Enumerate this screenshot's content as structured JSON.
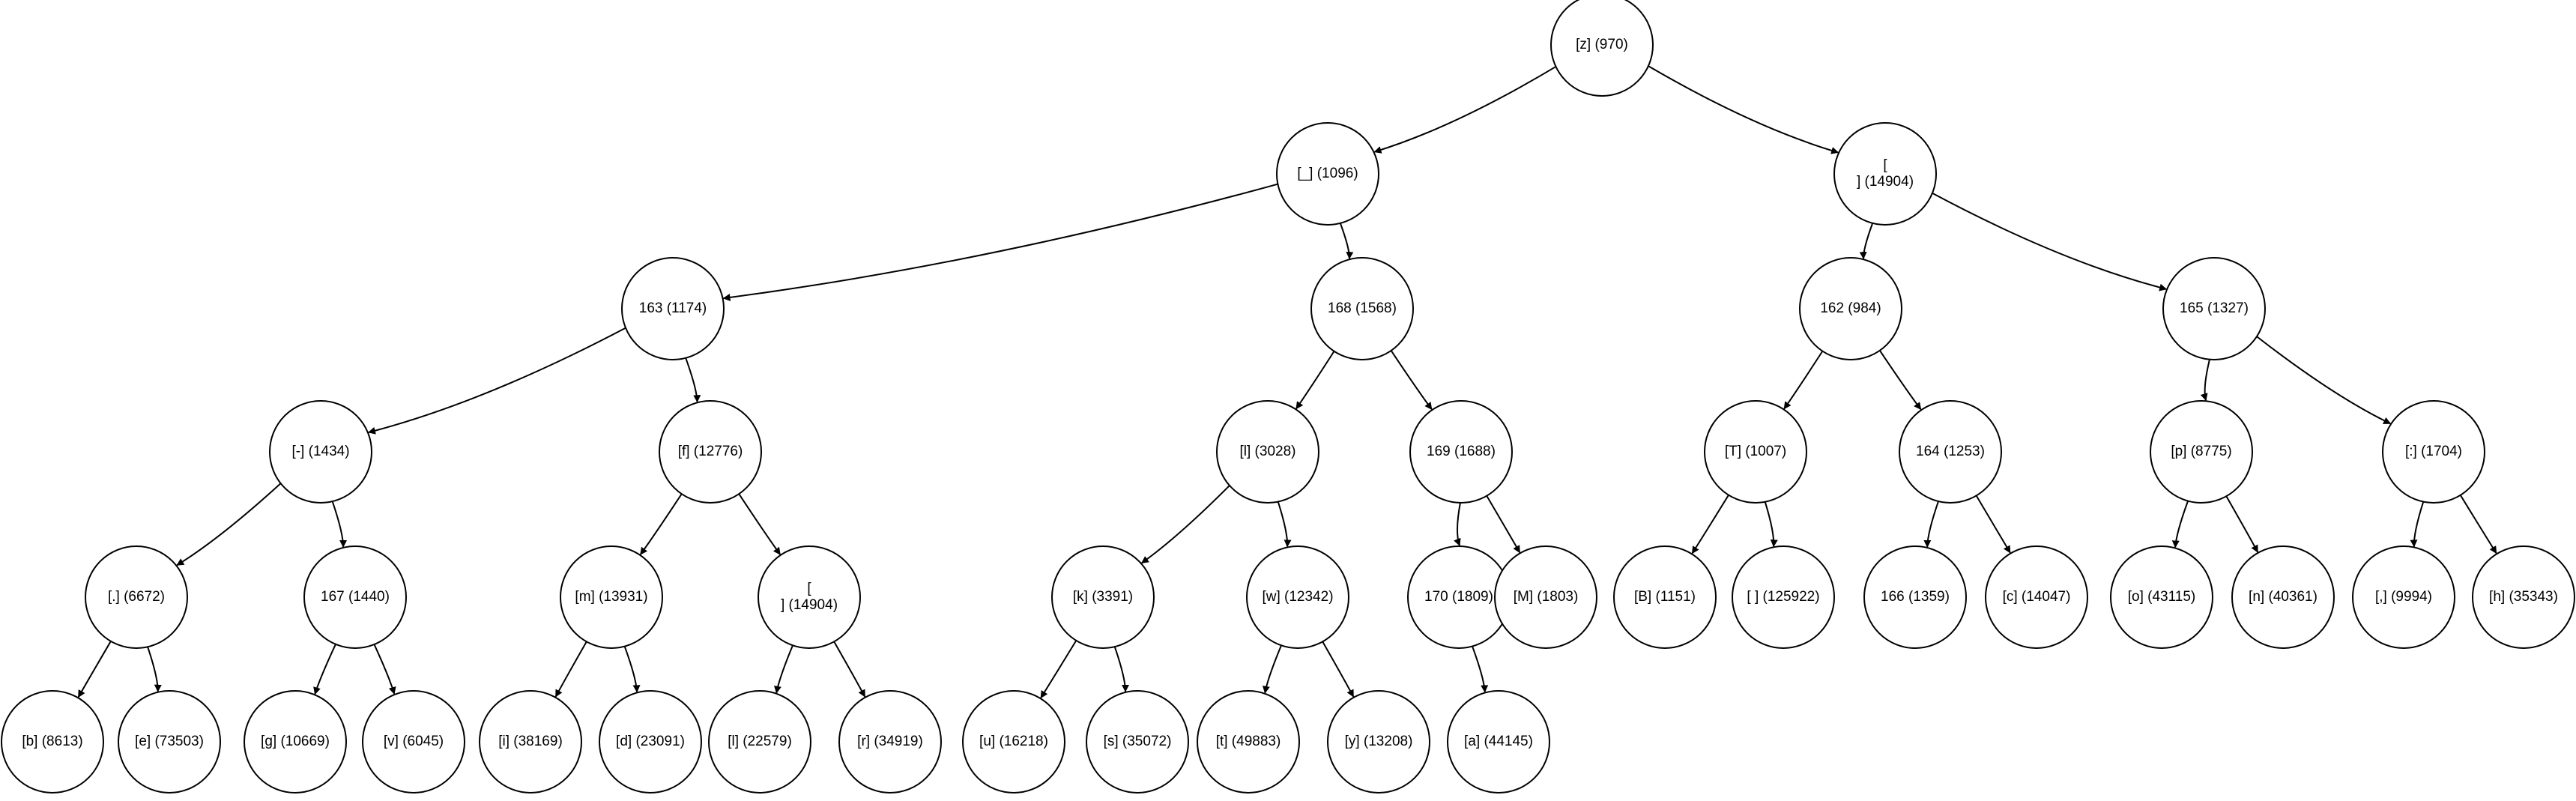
{
  "nodes": [
    {
      "id": "z",
      "label": "[z] (970)"
    },
    {
      "id": "u1096",
      "label": "[_] (1096)"
    },
    {
      "id": "nl14904a",
      "label": "[\n] (14904)"
    },
    {
      "id": "n163",
      "label": "163 (1174)"
    },
    {
      "id": "n168",
      "label": "168 (1568)"
    },
    {
      "id": "n162",
      "label": "162 (984)"
    },
    {
      "id": "n165",
      "label": "165 (1327)"
    },
    {
      "id": "dash",
      "label": "[-] (1434)"
    },
    {
      "id": "f",
      "label": "[f] (12776)"
    },
    {
      "id": "l3028",
      "label": "[l] (3028)"
    },
    {
      "id": "n169",
      "label": "169 (1688)"
    },
    {
      "id": "T",
      "label": "[T] (1007)"
    },
    {
      "id": "n164",
      "label": "164 (1253)"
    },
    {
      "id": "p",
      "label": "[p] (8775)"
    },
    {
      "id": "colon",
      "label": "[:] (1704)"
    },
    {
      "id": "dot",
      "label": "[.] (6672)"
    },
    {
      "id": "n167",
      "label": "167 (1440)"
    },
    {
      "id": "m",
      "label": "[m] (13931)"
    },
    {
      "id": "nl14904b",
      "label": "[\n] (14904)"
    },
    {
      "id": "k",
      "label": "[k] (3391)"
    },
    {
      "id": "w",
      "label": "[w] (12342)"
    },
    {
      "id": "n170",
      "label": "170 (1809)"
    },
    {
      "id": "M",
      "label": "[M] (1803)"
    },
    {
      "id": "B",
      "label": "[B] (1151)"
    },
    {
      "id": "space",
      "label": "[ ] (125922)"
    },
    {
      "id": "n166",
      "label": "166 (1359)"
    },
    {
      "id": "c",
      "label": "[c] (14047)"
    },
    {
      "id": "o",
      "label": "[o] (43115)"
    },
    {
      "id": "n",
      "label": "[n] (40361)"
    },
    {
      "id": "comma",
      "label": "[,] (9994)"
    },
    {
      "id": "h",
      "label": "[h] (35343)"
    },
    {
      "id": "b",
      "label": "[b] (8613)"
    },
    {
      "id": "e",
      "label": "[e] (73503)"
    },
    {
      "id": "g",
      "label": "[g] (10669)"
    },
    {
      "id": "v",
      "label": "[v] (6045)"
    },
    {
      "id": "i",
      "label": "[i] (38169)"
    },
    {
      "id": "d",
      "label": "[d] (23091)"
    },
    {
      "id": "l22579",
      "label": "[l] (22579)"
    },
    {
      "id": "r",
      "label": "[r] (34919)"
    },
    {
      "id": "u16218",
      "label": "[u] (16218)"
    },
    {
      "id": "s",
      "label": "[s] (35072)"
    },
    {
      "id": "t",
      "label": "[t] (49883)"
    },
    {
      "id": "y",
      "label": "[y] (13208)"
    },
    {
      "id": "a",
      "label": "[a] (44145)"
    }
  ],
  "edges": [
    [
      "z",
      "u1096"
    ],
    [
      "z",
      "nl14904a"
    ],
    [
      "u1096",
      "n163"
    ],
    [
      "u1096",
      "n168"
    ],
    [
      "nl14904a",
      "n162"
    ],
    [
      "nl14904a",
      "n165"
    ],
    [
      "n163",
      "dash"
    ],
    [
      "n163",
      "f"
    ],
    [
      "n168",
      "l3028"
    ],
    [
      "n168",
      "n169"
    ],
    [
      "n162",
      "T"
    ],
    [
      "n162",
      "n164"
    ],
    [
      "n165",
      "p"
    ],
    [
      "n165",
      "colon"
    ],
    [
      "dash",
      "dot"
    ],
    [
      "dash",
      "n167"
    ],
    [
      "f",
      "m"
    ],
    [
      "f",
      "nl14904b"
    ],
    [
      "l3028",
      "k"
    ],
    [
      "l3028",
      "w"
    ],
    [
      "n169",
      "n170"
    ],
    [
      "n169",
      "M"
    ],
    [
      "T",
      "B"
    ],
    [
      "T",
      "space"
    ],
    [
      "n164",
      "n166"
    ],
    [
      "n164",
      "c"
    ],
    [
      "p",
      "o"
    ],
    [
      "p",
      "n"
    ],
    [
      "colon",
      "comma"
    ],
    [
      "colon",
      "h"
    ],
    [
      "dot",
      "b"
    ],
    [
      "dot",
      "e"
    ],
    [
      "n167",
      "g"
    ],
    [
      "n167",
      "v"
    ],
    [
      "m",
      "i"
    ],
    [
      "m",
      "d"
    ],
    [
      "nl14904b",
      "l22579"
    ],
    [
      "nl14904b",
      "r"
    ],
    [
      "k",
      "u16218"
    ],
    [
      "k",
      "s"
    ],
    [
      "w",
      "t"
    ],
    [
      "w",
      "y"
    ],
    [
      "n170",
      "a"
    ]
  ]
}
